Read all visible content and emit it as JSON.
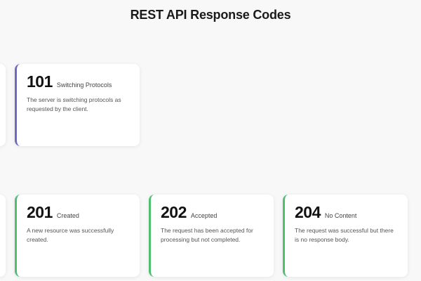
{
  "page": {
    "title": "REST API Response Codes"
  },
  "colors": {
    "informational": "#6b6bc4",
    "success": "#4fbf6f"
  },
  "rows": [
    {
      "cards": [
        {
          "code": "101",
          "name": "Switching Protocols",
          "description": "The server is switching protocols as requested by the client."
        }
      ]
    },
    {
      "cards": [
        {
          "code": "201",
          "name": "Created",
          "description": "A new resource was successfully created."
        },
        {
          "code": "202",
          "name": "Accepted",
          "description": "The request has been accepted for processing but not completed."
        },
        {
          "code": "204",
          "name": "No Content",
          "description": "The request was successful but there is no response body."
        }
      ]
    }
  ]
}
